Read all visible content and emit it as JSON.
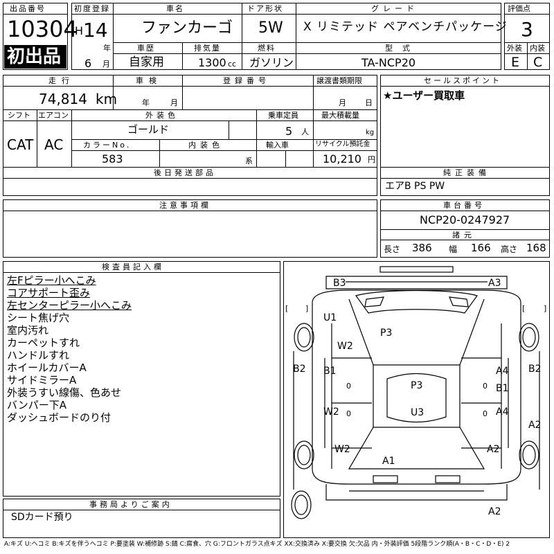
{
  "header": {
    "lot_label": "出品番号",
    "lot_number": "10304",
    "first_listing": "初出品",
    "first_reg_label": "初度登録",
    "era": "H",
    "year": "14",
    "year_unit": "年",
    "month": "6",
    "month_unit": "月",
    "car_name_label": "車名",
    "car_name": "ファンカーゴ",
    "door_label": "ドア形状",
    "door": "5W",
    "grade_label": "グレード",
    "grade": "X リミテッド ペアベンチパッケージ",
    "score_label": "評価点",
    "score": "3",
    "history_label": "車歴",
    "history": "自家用",
    "displacement_label": "排気量",
    "displacement": "1300",
    "displacement_unit": "cc",
    "fuel_label": "燃料",
    "fuel": "ガソリン",
    "model_label": "型式",
    "model": "TA-NCP20",
    "exterior_grade_label": "外装",
    "exterior_grade": "E",
    "interior_grade_label": "内装",
    "interior_grade": "C"
  },
  "row2": {
    "mileage_label": "走行",
    "mileage": "74,814",
    "mileage_unit": "km",
    "inspection_label": "車検",
    "inspection_year_unit": "年",
    "inspection_month_unit": "月",
    "reg_no_label": "登録番号",
    "transfer_label": "譲渡書類期限",
    "transfer_month_unit": "月",
    "transfer_day_unit": "日",
    "shift_label": "シフト",
    "shift": "CAT",
    "ac_label": "エアコン",
    "ac": "AC",
    "ext_color_label": "外装色",
    "ext_color": "ゴールド",
    "capacity_label": "乗車定員",
    "capacity": "5",
    "capacity_unit": "人",
    "max_load_label": "最大積載量",
    "max_load_unit": "kg",
    "color_no_label": "カラーNo.",
    "color_no": "583",
    "int_color_label": "内装色",
    "int_color_unit": "系",
    "import_label": "輸入車",
    "recycle_label": "リサイクル預託金",
    "recycle": "10,210",
    "recycle_unit": "円",
    "later_parts_label": "後日発送部品"
  },
  "sales": {
    "label": "セールスポイント",
    "text": "★ユーザー買取車"
  },
  "equipment": {
    "label": "純正装備",
    "text": "エアB PS PW"
  },
  "notes": {
    "label": "注意事項欄"
  },
  "chassis": {
    "label": "車台番号",
    "number": "NCP20-0247927",
    "specs_label": "諸元",
    "length_label": "長さ",
    "length": "386",
    "width_label": "幅",
    "width": "166",
    "height_label": "高さ",
    "height": "168"
  },
  "inspector": {
    "label": "検査員記入欄",
    "lines": [
      "左Fピラー小へこみ",
      "コアサポート歪み",
      "左センターピラー小へこみ",
      "シート焦げ穴",
      "室内汚れ",
      "カーペットすれ",
      "ハンドルすれ",
      "ホイールカバーA",
      "サイドミラーA",
      "外装うすい線傷、色あせ",
      "バンパー下A",
      "ダッシュボードのり付"
    ]
  },
  "office": {
    "label": "事務局よりご案内",
    "text": "SDカード預り"
  },
  "diagram": {
    "marks": [
      "B3",
      "A3",
      "U1",
      "W2",
      "P3",
      "B2",
      "B1",
      "A4",
      "B1",
      "B2",
      "P3",
      "W2",
      "U3",
      "A4",
      "A2",
      "W2",
      "A2",
      "A1",
      "A2"
    ],
    "zeros": [
      "0",
      "0",
      "0",
      "0"
    ],
    "brackets": [
      "[",
      "]",
      "[",
      "]"
    ]
  },
  "legend": "A:キズ U:ヘコミ B:キズを伴うヘコミ P:要塗装 W:補修跡 S:錆 C:腐食、穴 G:フロントガラス点キズ XX:交換済み X:要交換 欠:欠品 内・外装評価 5段階ランク順(A・B・C・D・E) 2"
}
